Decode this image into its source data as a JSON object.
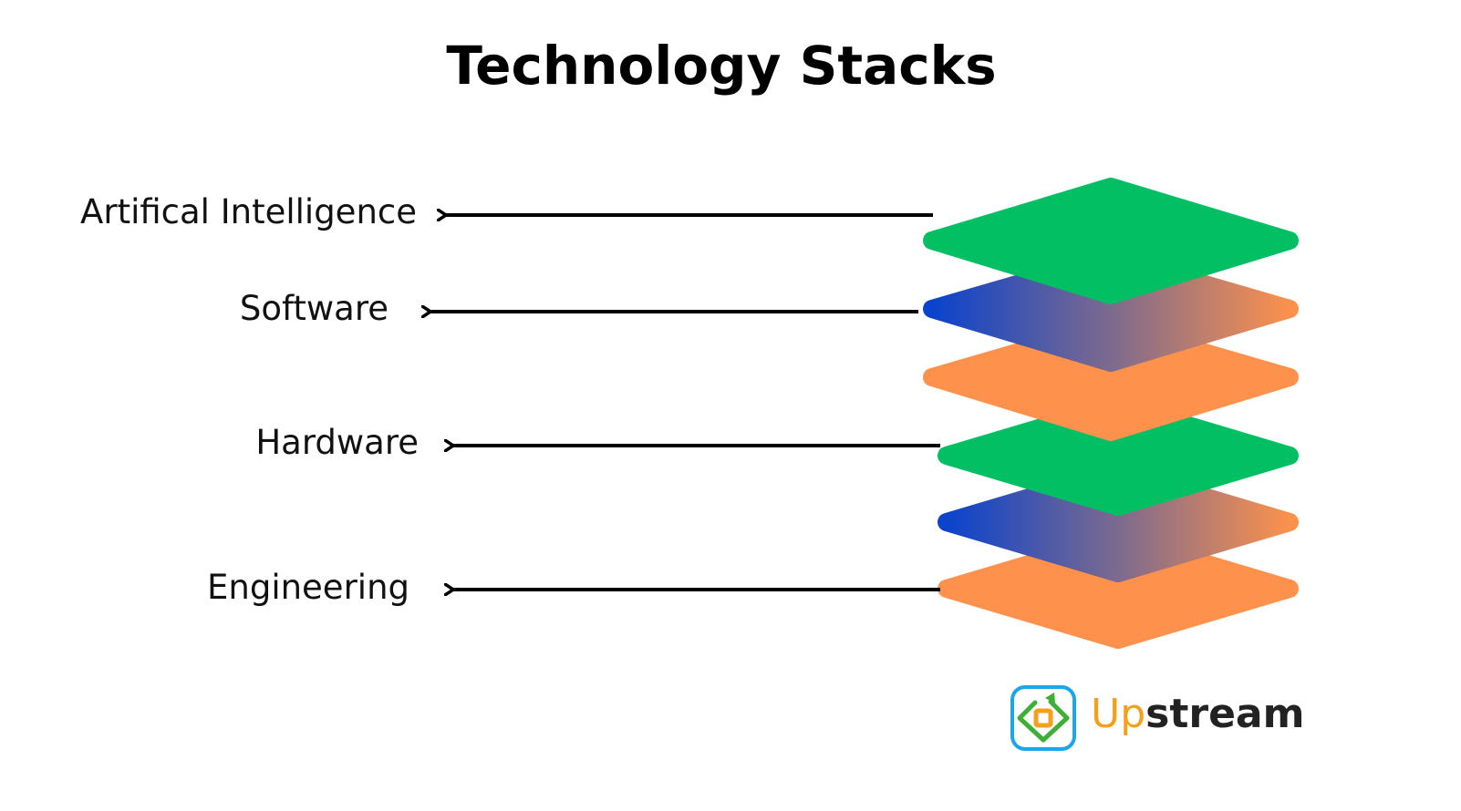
{
  "title": "Technology Stacks",
  "layers": [
    {
      "label": "Artifical Intelligence"
    },
    {
      "label": "Software"
    },
    {
      "label": "Hardware"
    },
    {
      "label": "Engineering"
    }
  ],
  "colors": {
    "green": "#03bf63",
    "orange": "#fe914c",
    "gradient_start": "#0b43cc",
    "gradient_end": "#fb914d",
    "logo_blue": "#1aa6e8",
    "logo_green": "#3cb034",
    "logo_orange": "#f5a01a"
  },
  "brand": {
    "part1": "Up",
    "part2": "stream"
  }
}
